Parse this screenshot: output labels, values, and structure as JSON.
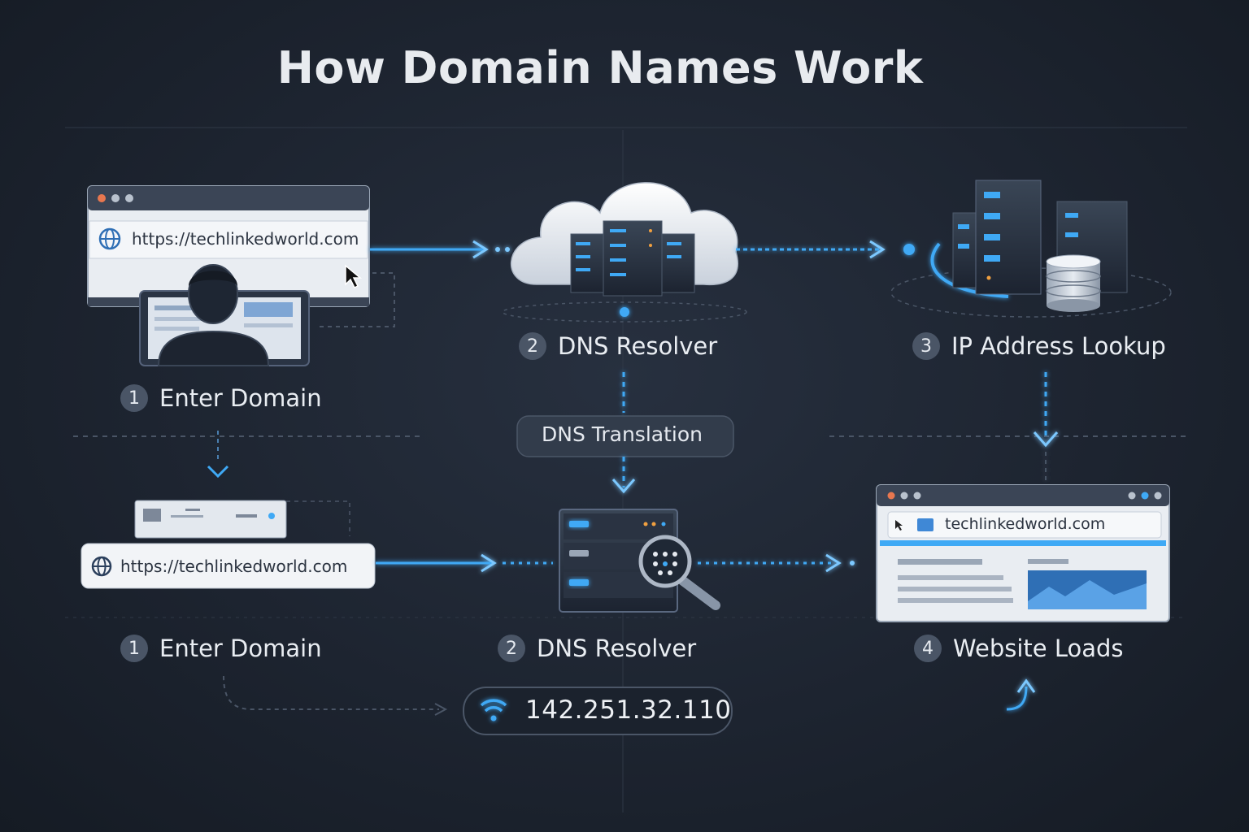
{
  "title": "How Domain Names Work",
  "top_row": {
    "browser_url": "https://techlinkedworld.com",
    "step1": {
      "num": "1",
      "label": "Enter Domain"
    },
    "step2": {
      "num": "2",
      "label": "DNS Resolver"
    },
    "step3": {
      "num": "3",
      "label": "IP Address Lookup"
    }
  },
  "middle": {
    "translation_label": "DNS Translation"
  },
  "bottom_row": {
    "search_url": "https://techlinkedworld.com",
    "step1": {
      "num": "1",
      "label": "Enter Domain"
    },
    "step2": {
      "num": "2",
      "label": "DNS Resolver"
    },
    "step4": {
      "num": "4",
      "label": "Website Loads"
    },
    "site_url": "techlinkedworld.com",
    "ip_address": "142.251.32.110"
  },
  "colors": {
    "accent": "#3fa9f5",
    "background": "#1d2430",
    "panel": "#2d3748"
  },
  "icons": [
    "globe-icon",
    "cursor-icon",
    "wifi-icon",
    "magnifier-icon",
    "cloud-icon",
    "server-icon",
    "database-icon",
    "user-icon"
  ]
}
